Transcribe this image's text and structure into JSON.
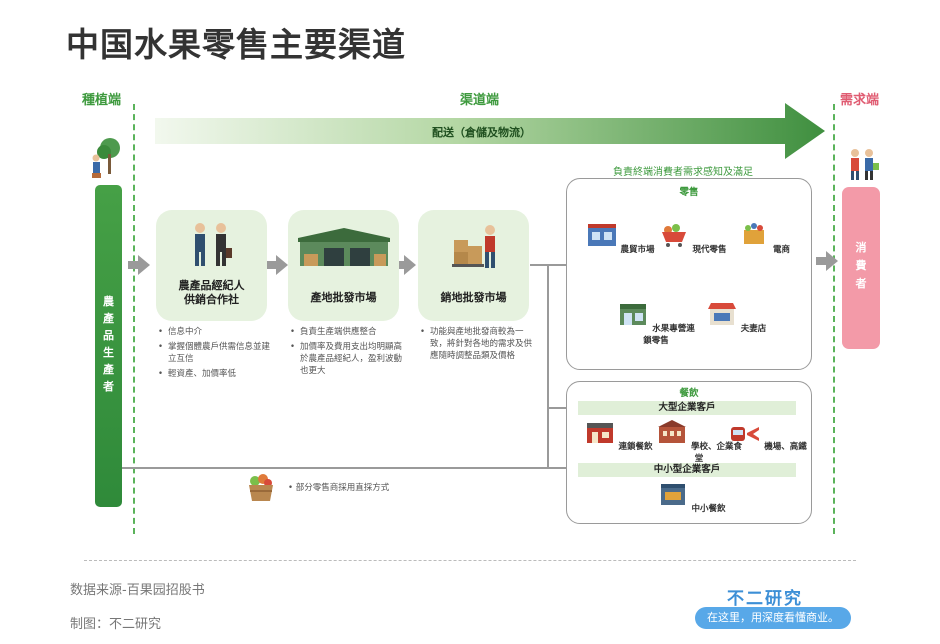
{
  "title": "中国水果零售主要渠道",
  "zones": {
    "planting": "種植端",
    "channel": "渠道端",
    "demand": "需求端"
  },
  "delivery_label": "配送（倉儲及物流）",
  "producer_label": "農產品生產者",
  "consumer_label": "消費者",
  "stages": [
    {
      "title_lines": [
        "農產品經紀人",
        "供銷合作社"
      ],
      "bullets": [
        "信息中介",
        "掌握個體農戶供需信息並建立互信",
        "輕資產、加價率低"
      ]
    },
    {
      "title_lines": [
        "產地批發市場"
      ],
      "bullets": [
        "負責生產端供應整合",
        "加價率及費用支出均明顯高於農產品經紀人，盈利波動也更大"
      ]
    },
    {
      "title_lines": [
        "銷地批發市場"
      ],
      "bullets": [
        "功能與產地批發商較為一致，將針對各地的需求及供應隨時調整品類及價格"
      ]
    }
  ],
  "awareness_label": "負責終端消費者需求感知及滿足",
  "retail": {
    "title": "零售",
    "items": [
      "農貿市場",
      "現代零售",
      "電商",
      "水果專營連鎖零售",
      "夫妻店"
    ]
  },
  "catering": {
    "title": "餐飲",
    "large_heading": "大型企業客戶",
    "large_items": [
      "連鎖餐飲",
      "學校、企業食堂",
      "機場、高鐵"
    ],
    "small_heading": "中小型企業客戶",
    "small_items": [
      "中小餐飲"
    ]
  },
  "direct_note": "部分零售商採用直採方式",
  "footer": {
    "source": "数据来源-百果园招股书",
    "credit": "制图：不二研究"
  },
  "brand": {
    "name": "不二研究",
    "slogan": "在这里，用深度看懂商业。"
  },
  "colors": {
    "green": "#3e9a3e",
    "pink": "#f39aa8",
    "stage_bg": "#e6f2df",
    "blue": "#3d8fd6"
  }
}
